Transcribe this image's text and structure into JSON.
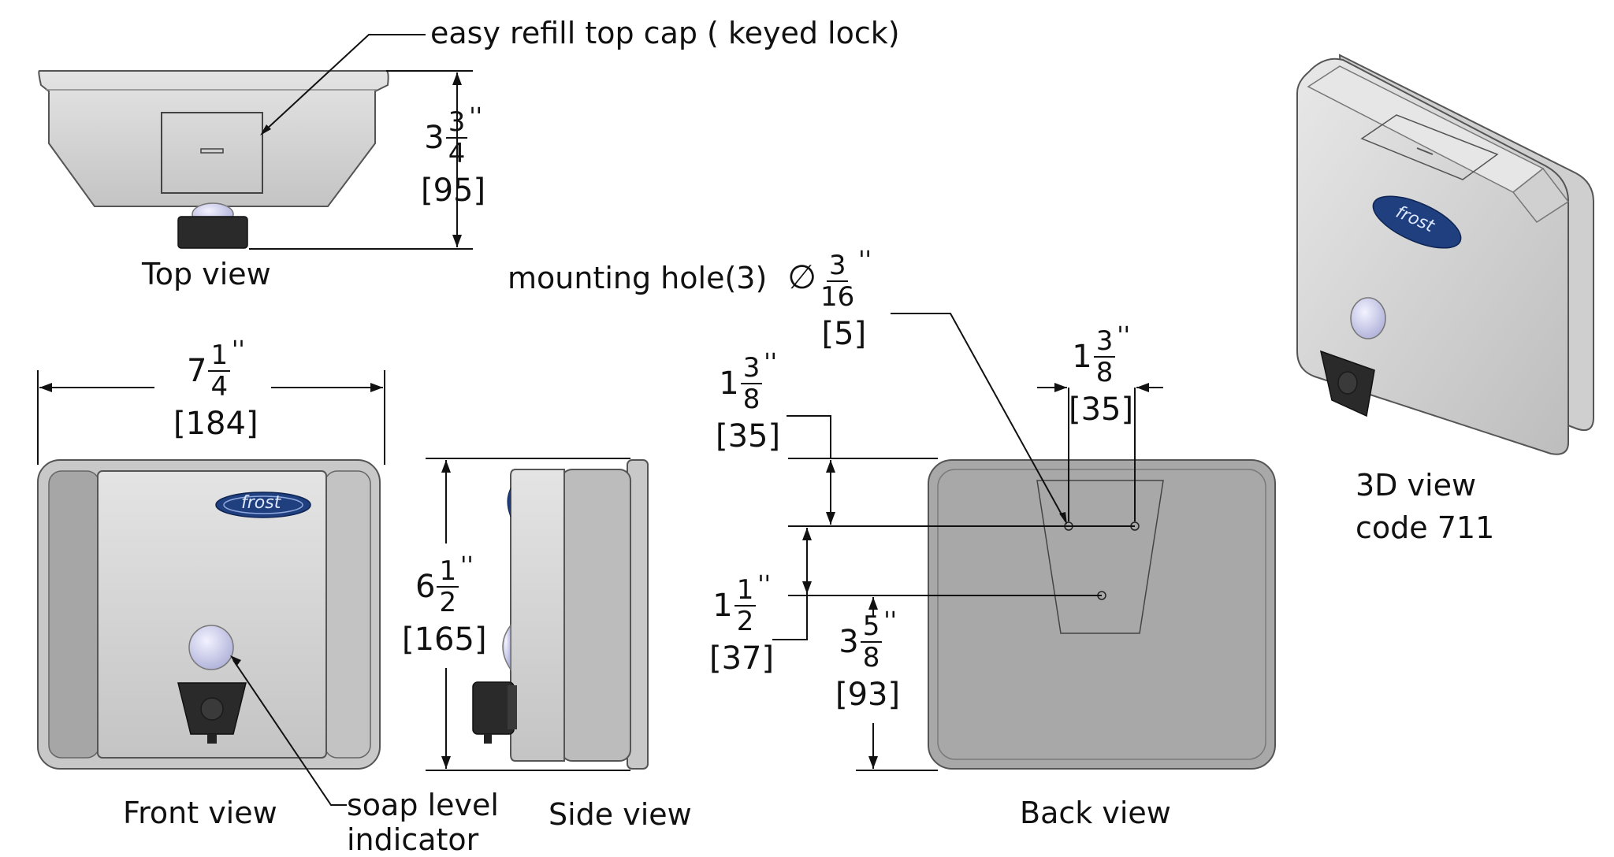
{
  "views": {
    "top": "Top view",
    "front": "Front view",
    "side": "Side view",
    "back": "Back view",
    "iso_line1": "3D view",
    "iso_line2": "code 711"
  },
  "callouts": {
    "top_cap": "easy refill top cap ( keyed lock)",
    "mounting_hole": "mounting hole(3)",
    "mounting_hole_symbol": "∅",
    "soap_level_line1": "soap level",
    "soap_level_line2": "indicator"
  },
  "logo_text": "frost",
  "dimensions": {
    "depth": {
      "whole": "3",
      "num": "3",
      "den": "4",
      "unit": "''",
      "mm": "[95]"
    },
    "width": {
      "whole": "7",
      "num": "1",
      "den": "4",
      "unit": "''",
      "mm": "[184]"
    },
    "height": {
      "whole": "6",
      "num": "1",
      "den": "2",
      "unit": "''",
      "mm": "[165]"
    },
    "hole_dia": {
      "whole": "",
      "num": "3",
      "den": "16",
      "unit": "''",
      "mm": "[5]"
    },
    "top_to_hole": {
      "whole": "1",
      "num": "3",
      "den": "8",
      "unit": "''",
      "mm": "[35]"
    },
    "hole_spacing_h": {
      "whole": "1",
      "num": "3",
      "den": "8",
      "unit": "''",
      "mm": "[35]"
    },
    "hole_spacing_v": {
      "whole": "1",
      "num": "1",
      "den": "2",
      "unit": "''",
      "mm": "[37]"
    },
    "hole_to_bottom": {
      "whole": "3",
      "num": "5",
      "den": "8",
      "unit": "''",
      "mm": "[93]"
    }
  },
  "colors": {
    "body": "#d6d6d6",
    "body_dark": "#a9a9a9",
    "logo": "#1f3f7f",
    "button": "#cfcfe8",
    "valve": "#2a2a2a"
  }
}
